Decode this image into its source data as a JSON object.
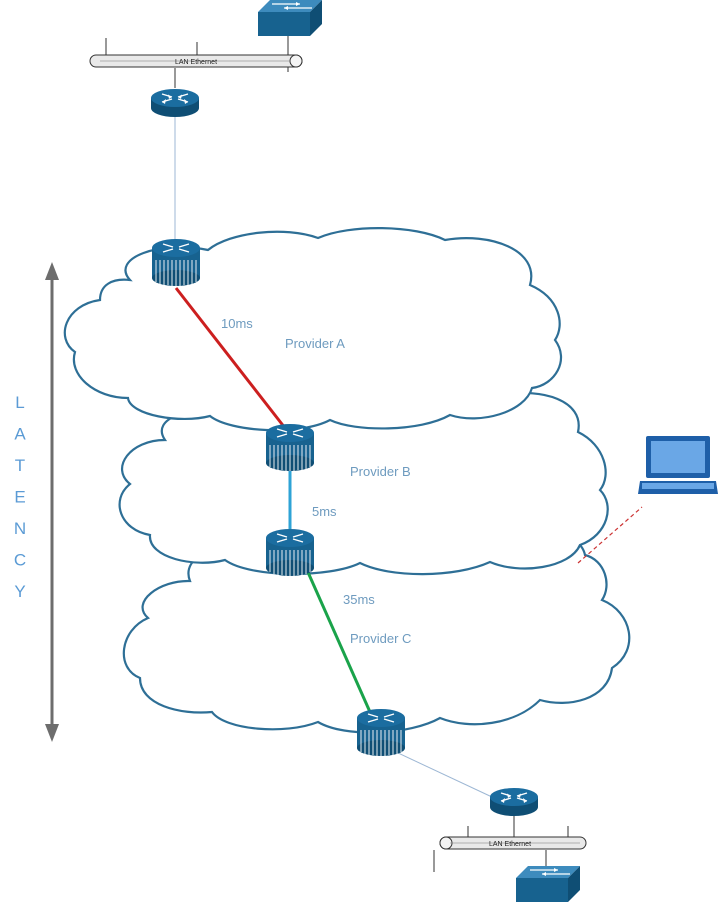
{
  "latency_label": "LATENCY",
  "links": {
    "a": {
      "label": "10ms",
      "color": "#cc1f1f"
    },
    "b": {
      "label": "5ms",
      "color": "#2ea3d6"
    },
    "c": {
      "label": "35ms",
      "color": "#1aa34a"
    }
  },
  "providers": {
    "a": "Provider A",
    "b": "Provider B",
    "c": "Provider C"
  },
  "lan_top": {
    "label": "LAN Ethernet"
  },
  "lan_bottom": {
    "label": "LAN Ethernet"
  },
  "colors": {
    "cloud_stroke": "#2e6f96",
    "device": "#17628f",
    "laptop": "#5a9be0",
    "label": "#6e9bbf",
    "arrow": "#6d6d6d",
    "dashed": "#cc3333"
  },
  "icons": [
    "router-icon",
    "switch-icon",
    "laptop-icon",
    "cloud-icon"
  ]
}
